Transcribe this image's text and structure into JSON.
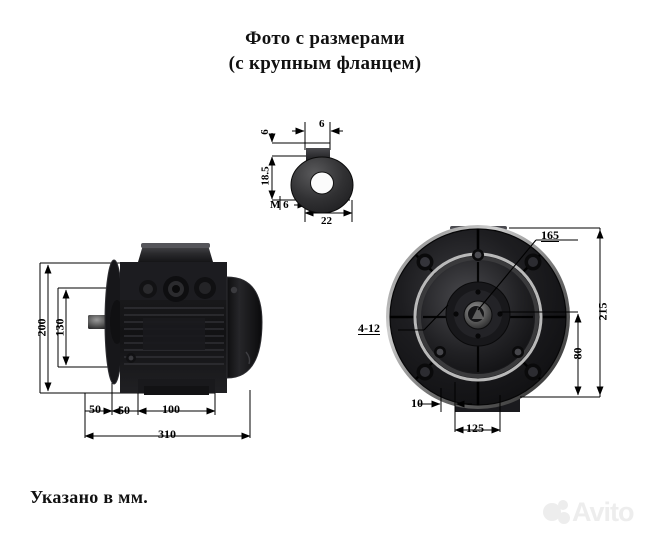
{
  "page": {
    "title_line1": "Фото с размерами",
    "title_line2": "(с крупным фланцем)",
    "footnote": "Указано в мм.",
    "background": "#ffffff",
    "ink": "#000000"
  },
  "watermark": {
    "brand": "Avito",
    "color": "#ededed"
  },
  "views": {
    "detail_top": {
      "name": "shaft-end-detail",
      "dims": [
        {
          "id": "d-6",
          "label": "6",
          "orient": "vertical",
          "value": 6,
          "unit": "mm"
        },
        {
          "id": "d-6top",
          "label": "6",
          "orient": "horizontal",
          "value": 6,
          "unit": "mm"
        },
        {
          "id": "d-185",
          "label": "18.5",
          "orient": "vertical",
          "value": 18.5,
          "unit": "mm"
        },
        {
          "id": "d-m6",
          "label": "M 6",
          "orient": "callout",
          "value": "M6",
          "unit": "thread"
        },
        {
          "id": "d-22",
          "label": "22",
          "orient": "horizontal",
          "value": 22,
          "unit": "mm"
        }
      ]
    },
    "side_left": {
      "name": "motor-side-view",
      "dims": [
        {
          "id": "d-200",
          "label": "200",
          "orient": "vertical",
          "value": 200,
          "unit": "mm"
        },
        {
          "id": "d-130",
          "label": "130",
          "orient": "vertical",
          "value": 130,
          "unit": "mm"
        },
        {
          "id": "d-50a",
          "label": "50",
          "orient": "horizontal",
          "value": 50,
          "unit": "mm"
        },
        {
          "id": "d-50b",
          "label": "50",
          "orient": "horizontal",
          "value": 50,
          "unit": "mm"
        },
        {
          "id": "d-100",
          "label": "100",
          "orient": "horizontal",
          "value": 100,
          "unit": "mm"
        },
        {
          "id": "d-310",
          "label": "310",
          "orient": "horizontal",
          "value": 310,
          "unit": "mm"
        }
      ]
    },
    "front_right": {
      "name": "motor-front-view",
      "dims": [
        {
          "id": "d-165",
          "label": "165",
          "orient": "callout",
          "value": 165,
          "unit": "mm"
        },
        {
          "id": "d-412",
          "label": "4-12",
          "orient": "callout",
          "value": "4-12",
          "unit": "holes"
        },
        {
          "id": "d-215",
          "label": "215",
          "orient": "vertical",
          "value": 215,
          "unit": "mm"
        },
        {
          "id": "d-80",
          "label": "80",
          "orient": "vertical",
          "value": 80,
          "unit": "mm"
        },
        {
          "id": "d-10",
          "label": "10",
          "orient": "horizontal",
          "value": 10,
          "unit": "mm"
        },
        {
          "id": "d-125",
          "label": "125",
          "orient": "horizontal",
          "value": 125,
          "unit": "mm"
        }
      ]
    }
  }
}
